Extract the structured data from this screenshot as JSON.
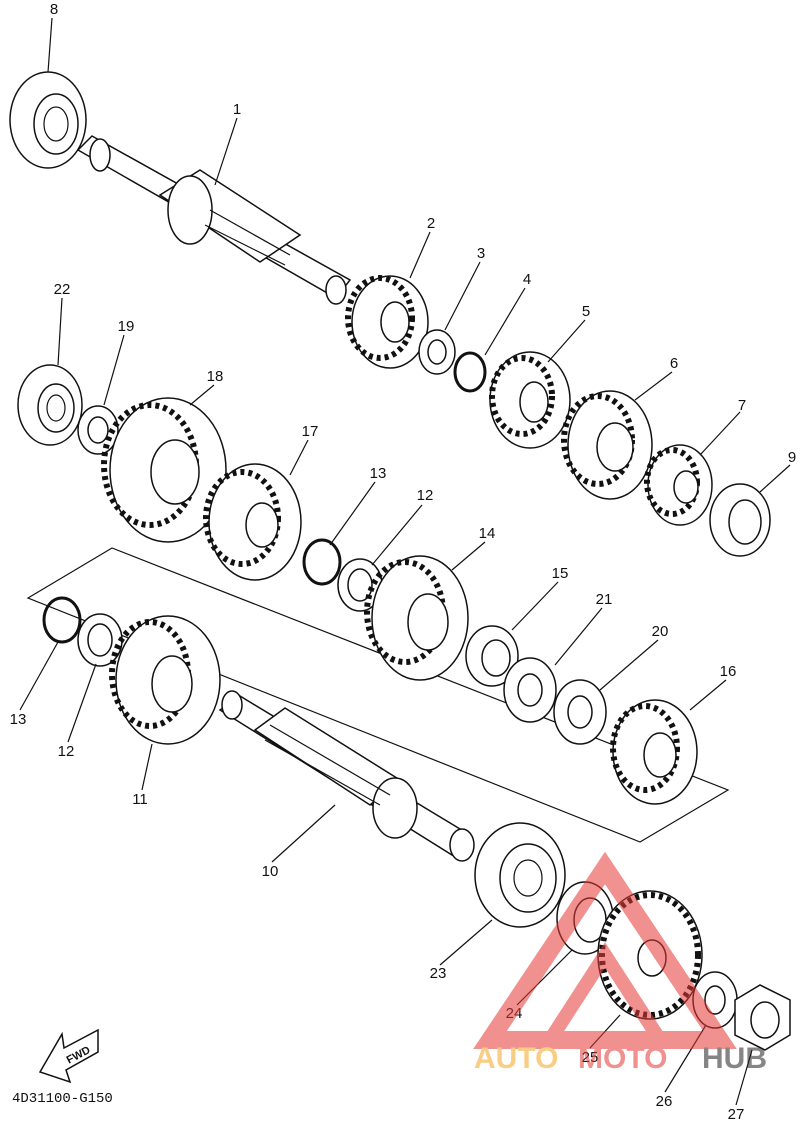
{
  "diagram": {
    "code": "4D31100-G150",
    "fwd_label": "FWD",
    "watermark": {
      "part1": "AUTO",
      "part2": "MOTO",
      "part3": "HUB",
      "color_orange": "#f5a623",
      "color_red": "#e53935",
      "color_dark": "#222222"
    },
    "callouts": [
      {
        "id": "c1",
        "text": "1"
      },
      {
        "id": "c2",
        "text": "2"
      },
      {
        "id": "c3",
        "text": "3"
      },
      {
        "id": "c4",
        "text": "4"
      },
      {
        "id": "c5",
        "text": "5"
      },
      {
        "id": "c6",
        "text": "6"
      },
      {
        "id": "c7",
        "text": "7"
      },
      {
        "id": "c8",
        "text": "8"
      },
      {
        "id": "c9",
        "text": "9"
      },
      {
        "id": "c10",
        "text": "10"
      },
      {
        "id": "c11",
        "text": "11"
      },
      {
        "id": "c12a",
        "text": "12"
      },
      {
        "id": "c12b",
        "text": "12"
      },
      {
        "id": "c13a",
        "text": "13"
      },
      {
        "id": "c13b",
        "text": "13"
      },
      {
        "id": "c14",
        "text": "14"
      },
      {
        "id": "c15",
        "text": "15"
      },
      {
        "id": "c16",
        "text": "16"
      },
      {
        "id": "c17",
        "text": "17"
      },
      {
        "id": "c18",
        "text": "18"
      },
      {
        "id": "c19",
        "text": "19"
      },
      {
        "id": "c20",
        "text": "20"
      },
      {
        "id": "c21",
        "text": "21"
      },
      {
        "id": "c22",
        "text": "22"
      },
      {
        "id": "c23",
        "text": "23"
      },
      {
        "id": "c24",
        "text": "24"
      },
      {
        "id": "c25",
        "text": "25"
      },
      {
        "id": "c26",
        "text": "26"
      },
      {
        "id": "c27",
        "text": "27"
      }
    ]
  }
}
